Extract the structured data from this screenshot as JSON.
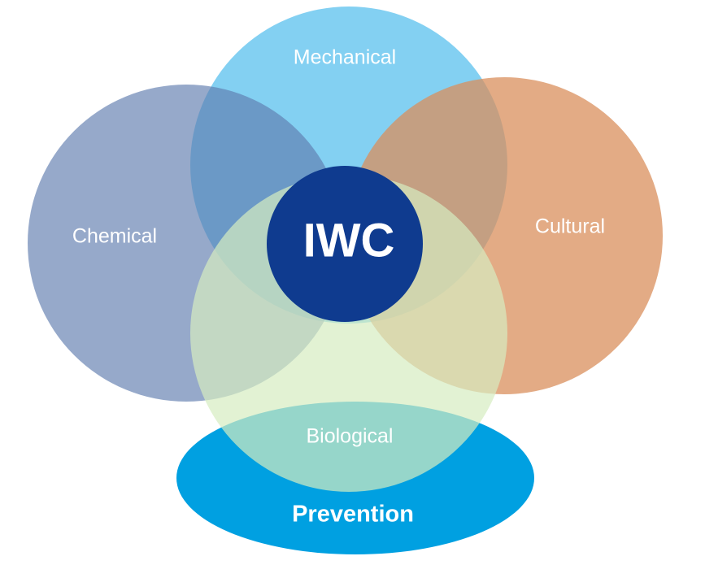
{
  "diagram": {
    "center": "IWC",
    "circles": [
      {
        "label": "Chemical",
        "color": "#8aa0c4"
      },
      {
        "label": "Mechanical",
        "color": "#7ccdf1"
      },
      {
        "label": "Cultural",
        "color": "#e2aa83"
      },
      {
        "label": "Biological",
        "color": "#d6e8c2"
      }
    ],
    "base": {
      "label": "Prevention",
      "color": "#00a0e1"
    },
    "center_color": "#0f3b8f"
  }
}
